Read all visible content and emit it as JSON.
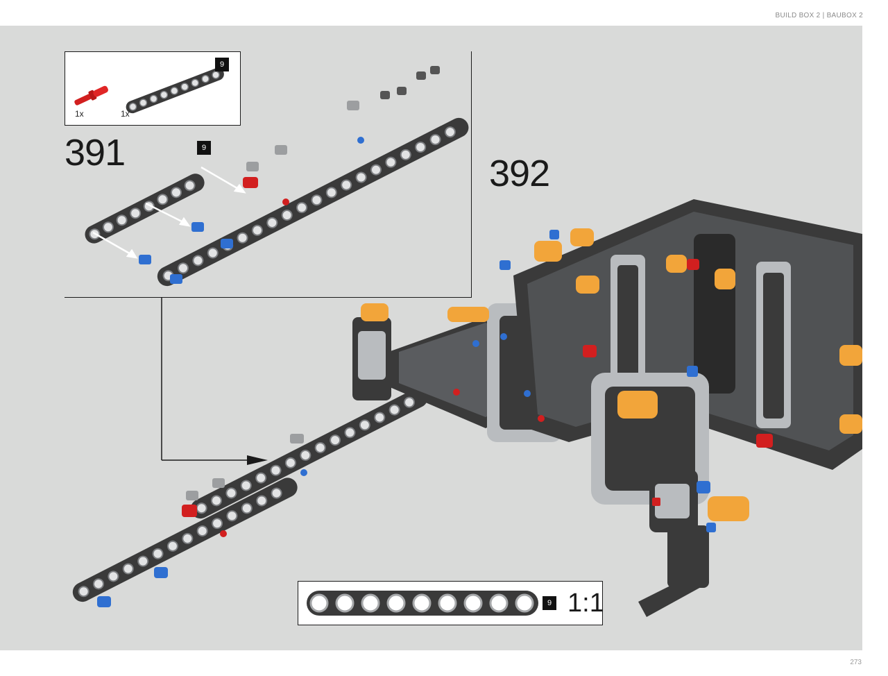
{
  "header": {
    "label": "BUILD BOX 2 | BAUBOX 2"
  },
  "footer": {
    "page_number": "273"
  },
  "steps": [
    {
      "number": "391",
      "parts": [
        {
          "quantity": "1x",
          "part": "red-axle-pin"
        },
        {
          "quantity": "1x",
          "part": "dark-gray-beam-9"
        }
      ],
      "parts_beam_length": "9",
      "beam_length_badge": "9"
    },
    {
      "number": "392"
    }
  ],
  "scale_reference": {
    "beam_length": "9",
    "holes": 9,
    "scale": "1:1"
  },
  "colors": {
    "background": "#d9dad9",
    "beam_dark": "#3a3a3a",
    "beam_light": "#b9bcbf",
    "pin_blue": "#2f6fd1",
    "pin_red": "#d21f1f",
    "connector_orange": "#f2a53a"
  }
}
